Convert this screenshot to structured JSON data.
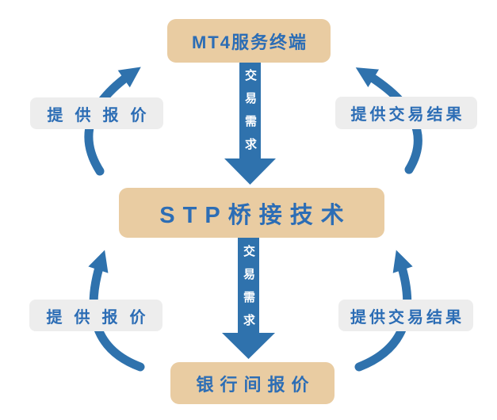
{
  "diagram": {
    "title_hint": "STP bridge technology flow",
    "nodes": {
      "mt4": {
        "label": "MT4服务终端"
      },
      "stp": {
        "label": "STP桥接技术"
      },
      "bank": {
        "label": "银行间报价"
      }
    },
    "down_flows": {
      "mt4_to_stp": {
        "label": "交易需求"
      },
      "stp_to_bank": {
        "label": "交易需求"
      }
    },
    "side_flows": {
      "left_upper": {
        "label": "提供报价"
      },
      "left_lower": {
        "label": "提供报价"
      },
      "right_upper": {
        "label": "提供交易结果"
      },
      "right_lower": {
        "label": "提供交易结果"
      }
    }
  },
  "colors": {
    "node_bg": "#E9CCA2",
    "label_bg": "#EDEDED",
    "arrow": "#2F72AD",
    "text": "#2C6DB5",
    "canvas": "#FFFFFF"
  }
}
